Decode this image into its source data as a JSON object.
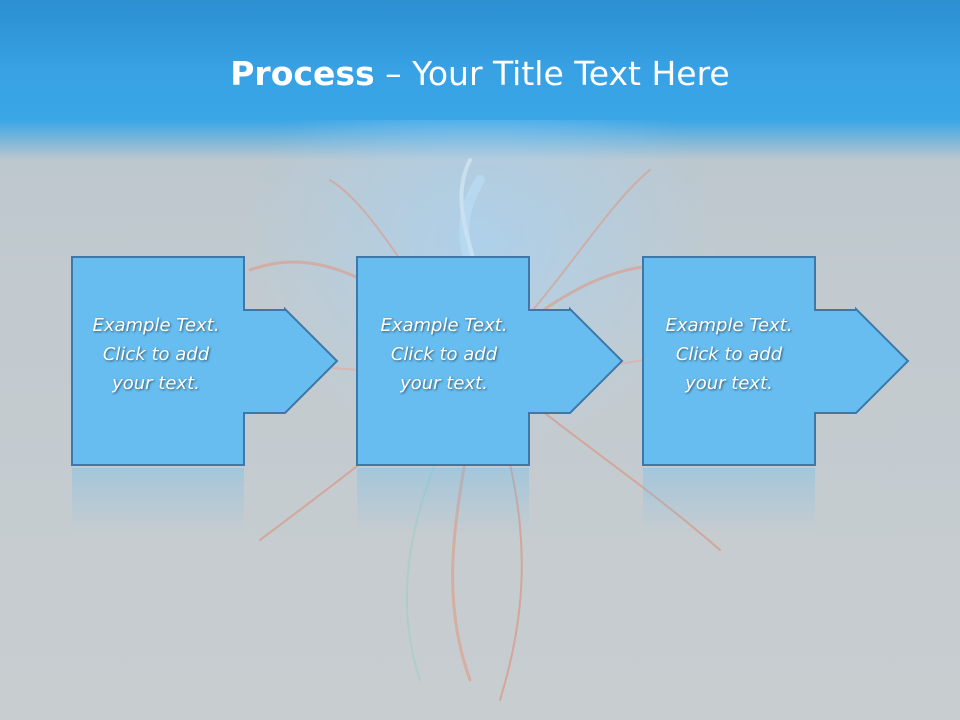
{
  "title": {
    "bold": "Process",
    "rest": " – Your Title Text Here"
  },
  "steps": [
    {
      "line1": "Example Text.",
      "line2": "Click  to add",
      "line3": "your text."
    },
    {
      "line1": "Example Text.",
      "line2": "Click  to add",
      "line3": "your text."
    },
    {
      "line1": "Example Text.",
      "line2": "Click  to add",
      "line3": "your text."
    }
  ],
  "colors": {
    "header": "#3aa6e6",
    "shape_fill": "#67bdf0",
    "shape_stroke": "#3d78a8",
    "text": "#ffffff"
  }
}
